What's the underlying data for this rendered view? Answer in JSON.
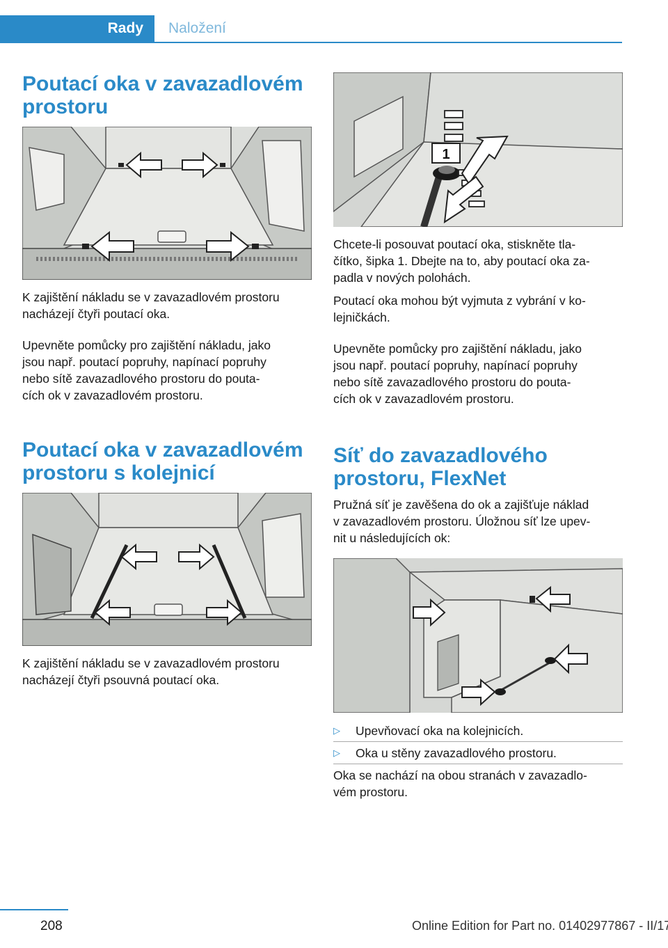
{
  "header": {
    "active_tab": "Rady",
    "inactive_tab": "Naložení"
  },
  "left": {
    "heading1": [
      "Poutací oka v zavazadlovém",
      "prostoru"
    ],
    "para1": [
      "K zajištění nákladu se v zavazadlovém prostoru",
      "nacházejí čtyři poutací oka."
    ],
    "para2": [
      "Upevněte pomůcky pro zajištění nákladu, jako",
      "jsou např. poutací popruhy, napínací popruhy",
      "nebo sítě zavazadlového prostoru do pouta‐",
      "cích ok v zavazadlovém prostoru."
    ],
    "heading2": [
      "Poutací oka v zavazadlovém",
      "prostoru s kolejnicí"
    ],
    "para3": [
      "K zajištění nákladu se v zavazadlovém prostoru",
      "nacházejí čtyři psouvná poutací oka."
    ]
  },
  "right": {
    "photo_label": "1",
    "para1": [
      "Chcete-li posouvat poutací oka, stiskněte tla‐",
      "čítko, šipka 1. Dbejte na to, aby poutací oka za‐",
      "padla v nových polohách."
    ],
    "para2": [
      "Poutací oka mohou být vyjmuta z vybrání v ko‐",
      "lejničkách."
    ],
    "para3": [
      "Upevněte pomůcky pro zajištění nákladu, jako",
      "jsou např. poutací popruhy, napínací popruhy",
      "nebo sítě zavazadlového prostoru do pouta‐",
      "cích ok v zavazadlovém prostoru."
    ],
    "heading": [
      "Síť do zavazadlového",
      "prostoru, FlexNet"
    ],
    "para4": [
      "Pružná síť je zavěšena do ok a zajišťuje náklad",
      "v zavazadlovém prostoru. Úložnou síť lze upev‐",
      "nit u následujících ok:"
    ],
    "bullets": [
      "Upevňovací oka na kolejnicích.",
      "Oka u stěny zavazadlového prostoru."
    ],
    "bullet_marker": "▷",
    "para5": [
      "Oka se nachází na obou stranách v zavazadlo‐",
      "vém prostoru."
    ]
  },
  "footer": {
    "page_number": "208",
    "edition": "Online Edition for Part no. 01402977867 - II/17"
  }
}
